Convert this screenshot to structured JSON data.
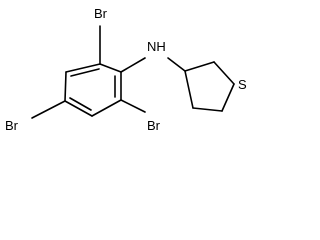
{
  "molecule": {
    "atoms": {
      "br_top": "Br",
      "br_left": "Br",
      "br_right": "Br",
      "nh": "NH",
      "s": "S"
    }
  }
}
